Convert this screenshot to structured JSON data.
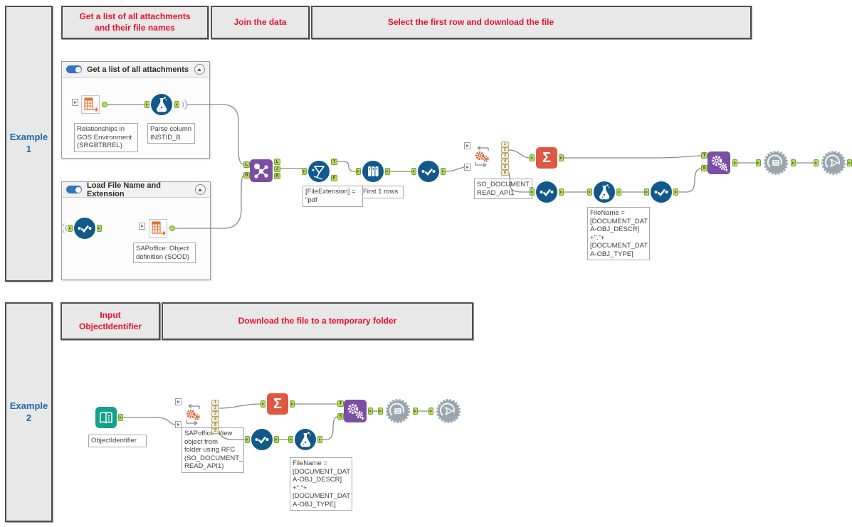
{
  "colors": {
    "tool_blue": "#12598b",
    "tool_orange": "#e2712f",
    "summarize_red": "#de5843",
    "tool_purple": "#7a4fa3",
    "tool_teal": "#12a18c",
    "macro_gray": "#9aa6ad",
    "comment_red": "#e8112d",
    "label_blue": "#2268b2",
    "anchor_green": "#bada5e"
  },
  "example1": {
    "label": "Example 1",
    "comment_attachments": "Get a list of all attachments\nand their file names",
    "comment_join": "Join the data",
    "comment_select": "Select the first row and download the file",
    "container_attachments_title": "Get a list of all attachments",
    "container_loadfile_title": "Load File Name and Extension",
    "ann_input_srgbtbrel": "Relationships in\nGOS Environment\n(SRGBTBREL)",
    "ann_parse_instid": "Parse column\nINSTID_B",
    "ann_sood": "SAPoffice: Object\ndefinition (SOOD)",
    "ann_filter": "[FileExtension] =\n\"pdf",
    "ann_sample": "First 1 rows",
    "ann_macro": "SO_DOCUMENT_\nREAD_API1",
    "ann_formula_filename": "FileName =\n[DOCUMENT_DAT\nA-OBJ_DESCR]\n+\".\"+\n[DOCUMENT_DAT\nA-OBJ_TYPE]"
  },
  "example2": {
    "label": "Example 2",
    "comment_input": "Input\nObjectIdentifier",
    "comment_download": "Download the file to a temporary folder",
    "ann_textinput": "ObjectIdentifier",
    "ann_macro": "SAPoffice: View\nobject from\nfolder using RFC\n(SO_DOCUMENT_\nREAD_API1)",
    "ann_formula_filename": "FileName =\n[DOCUMENT_DAT\nA-OBJ_DESCR]\n+\".\"+\n[DOCUMENT_DAT\nA-OBJ_TYPE]"
  },
  "anchors": {
    "join_in": [
      "L",
      "R"
    ],
    "join_out": [
      "L",
      "J",
      "R"
    ],
    "filter_out": [
      "T",
      "F"
    ],
    "purple_in": [
      "T",
      "S"
    ],
    "macro_outputs": [
      "1",
      "2",
      "3",
      "4",
      "5",
      "6"
    ]
  },
  "icons": {
    "sigma": "Σ"
  }
}
